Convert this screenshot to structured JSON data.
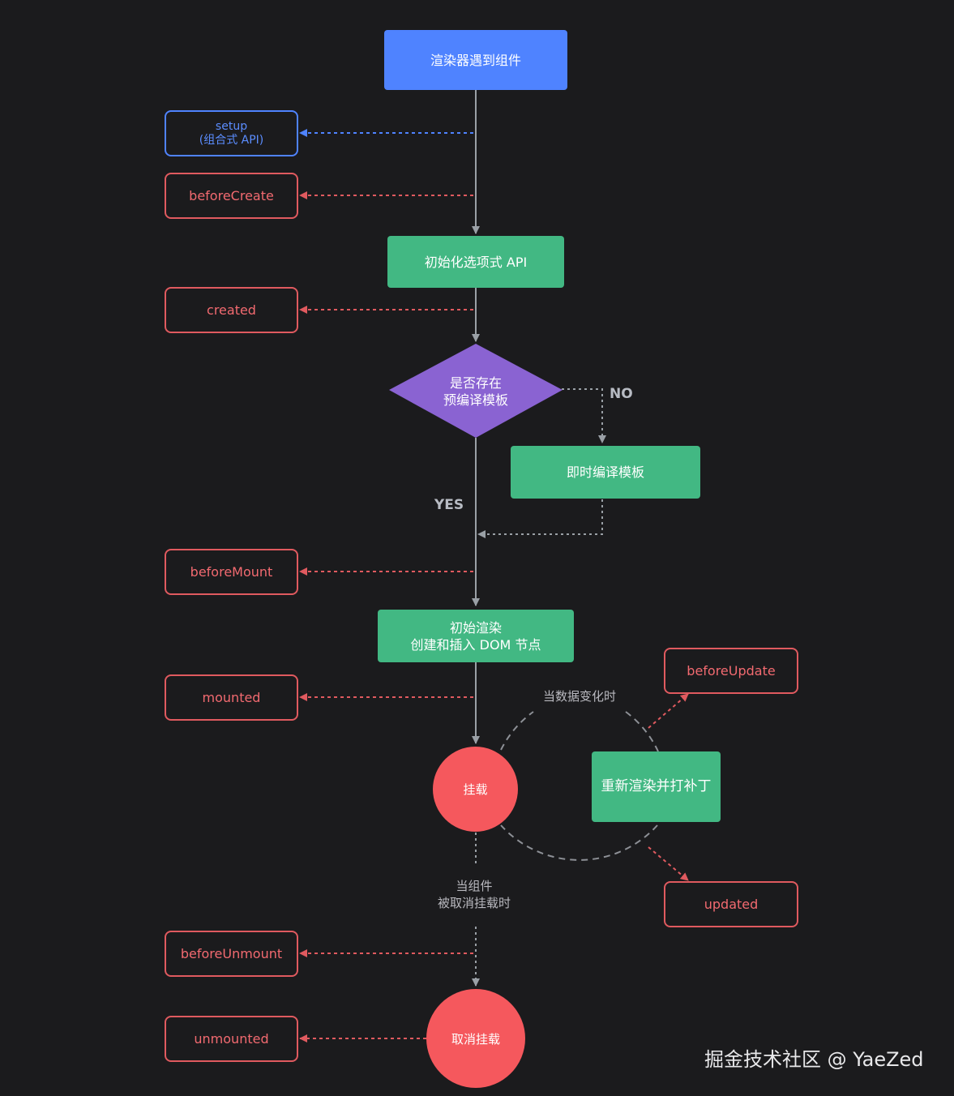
{
  "flow": {
    "start": "渲染器遇到组件",
    "init_options": "初始化选项式 API",
    "decision": {
      "line1": "是否存在",
      "line2": "预编译模板"
    },
    "compile": "即时编译模板",
    "render": {
      "line1": "初始渲染",
      "line2": "创建和插入 DOM 节点"
    },
    "mounted_state": "挂载",
    "patch": "重新渲染并打补丁",
    "unmounted_state": "取消挂载"
  },
  "hooks": {
    "setup": {
      "line1": "setup",
      "line2": "(组合式 API)"
    },
    "before_create": "beforeCreate",
    "created": "created",
    "before_mount": "beforeMount",
    "mounted": "mounted",
    "before_update": "beforeUpdate",
    "updated": "updated",
    "before_unmount": "beforeUnmount",
    "unmounted": "unmounted"
  },
  "labels": {
    "no": "NO",
    "yes": "YES",
    "on_data_change": "当数据变化时",
    "on_unmount": {
      "line1": "当组件",
      "line2": "被取消挂载时"
    }
  },
  "watermark": "掘金技术社区 @ YaeZed",
  "colors": {
    "background": "#1b1b1d",
    "hook_red": "#e05a5f",
    "hook_blue": "#4f83ff",
    "step_green": "#42b883",
    "step_blue": "#4f83ff",
    "decision_purple": "#8a63d2",
    "state_red": "#f5585d",
    "connector_gray": "#9aa0a6"
  }
}
